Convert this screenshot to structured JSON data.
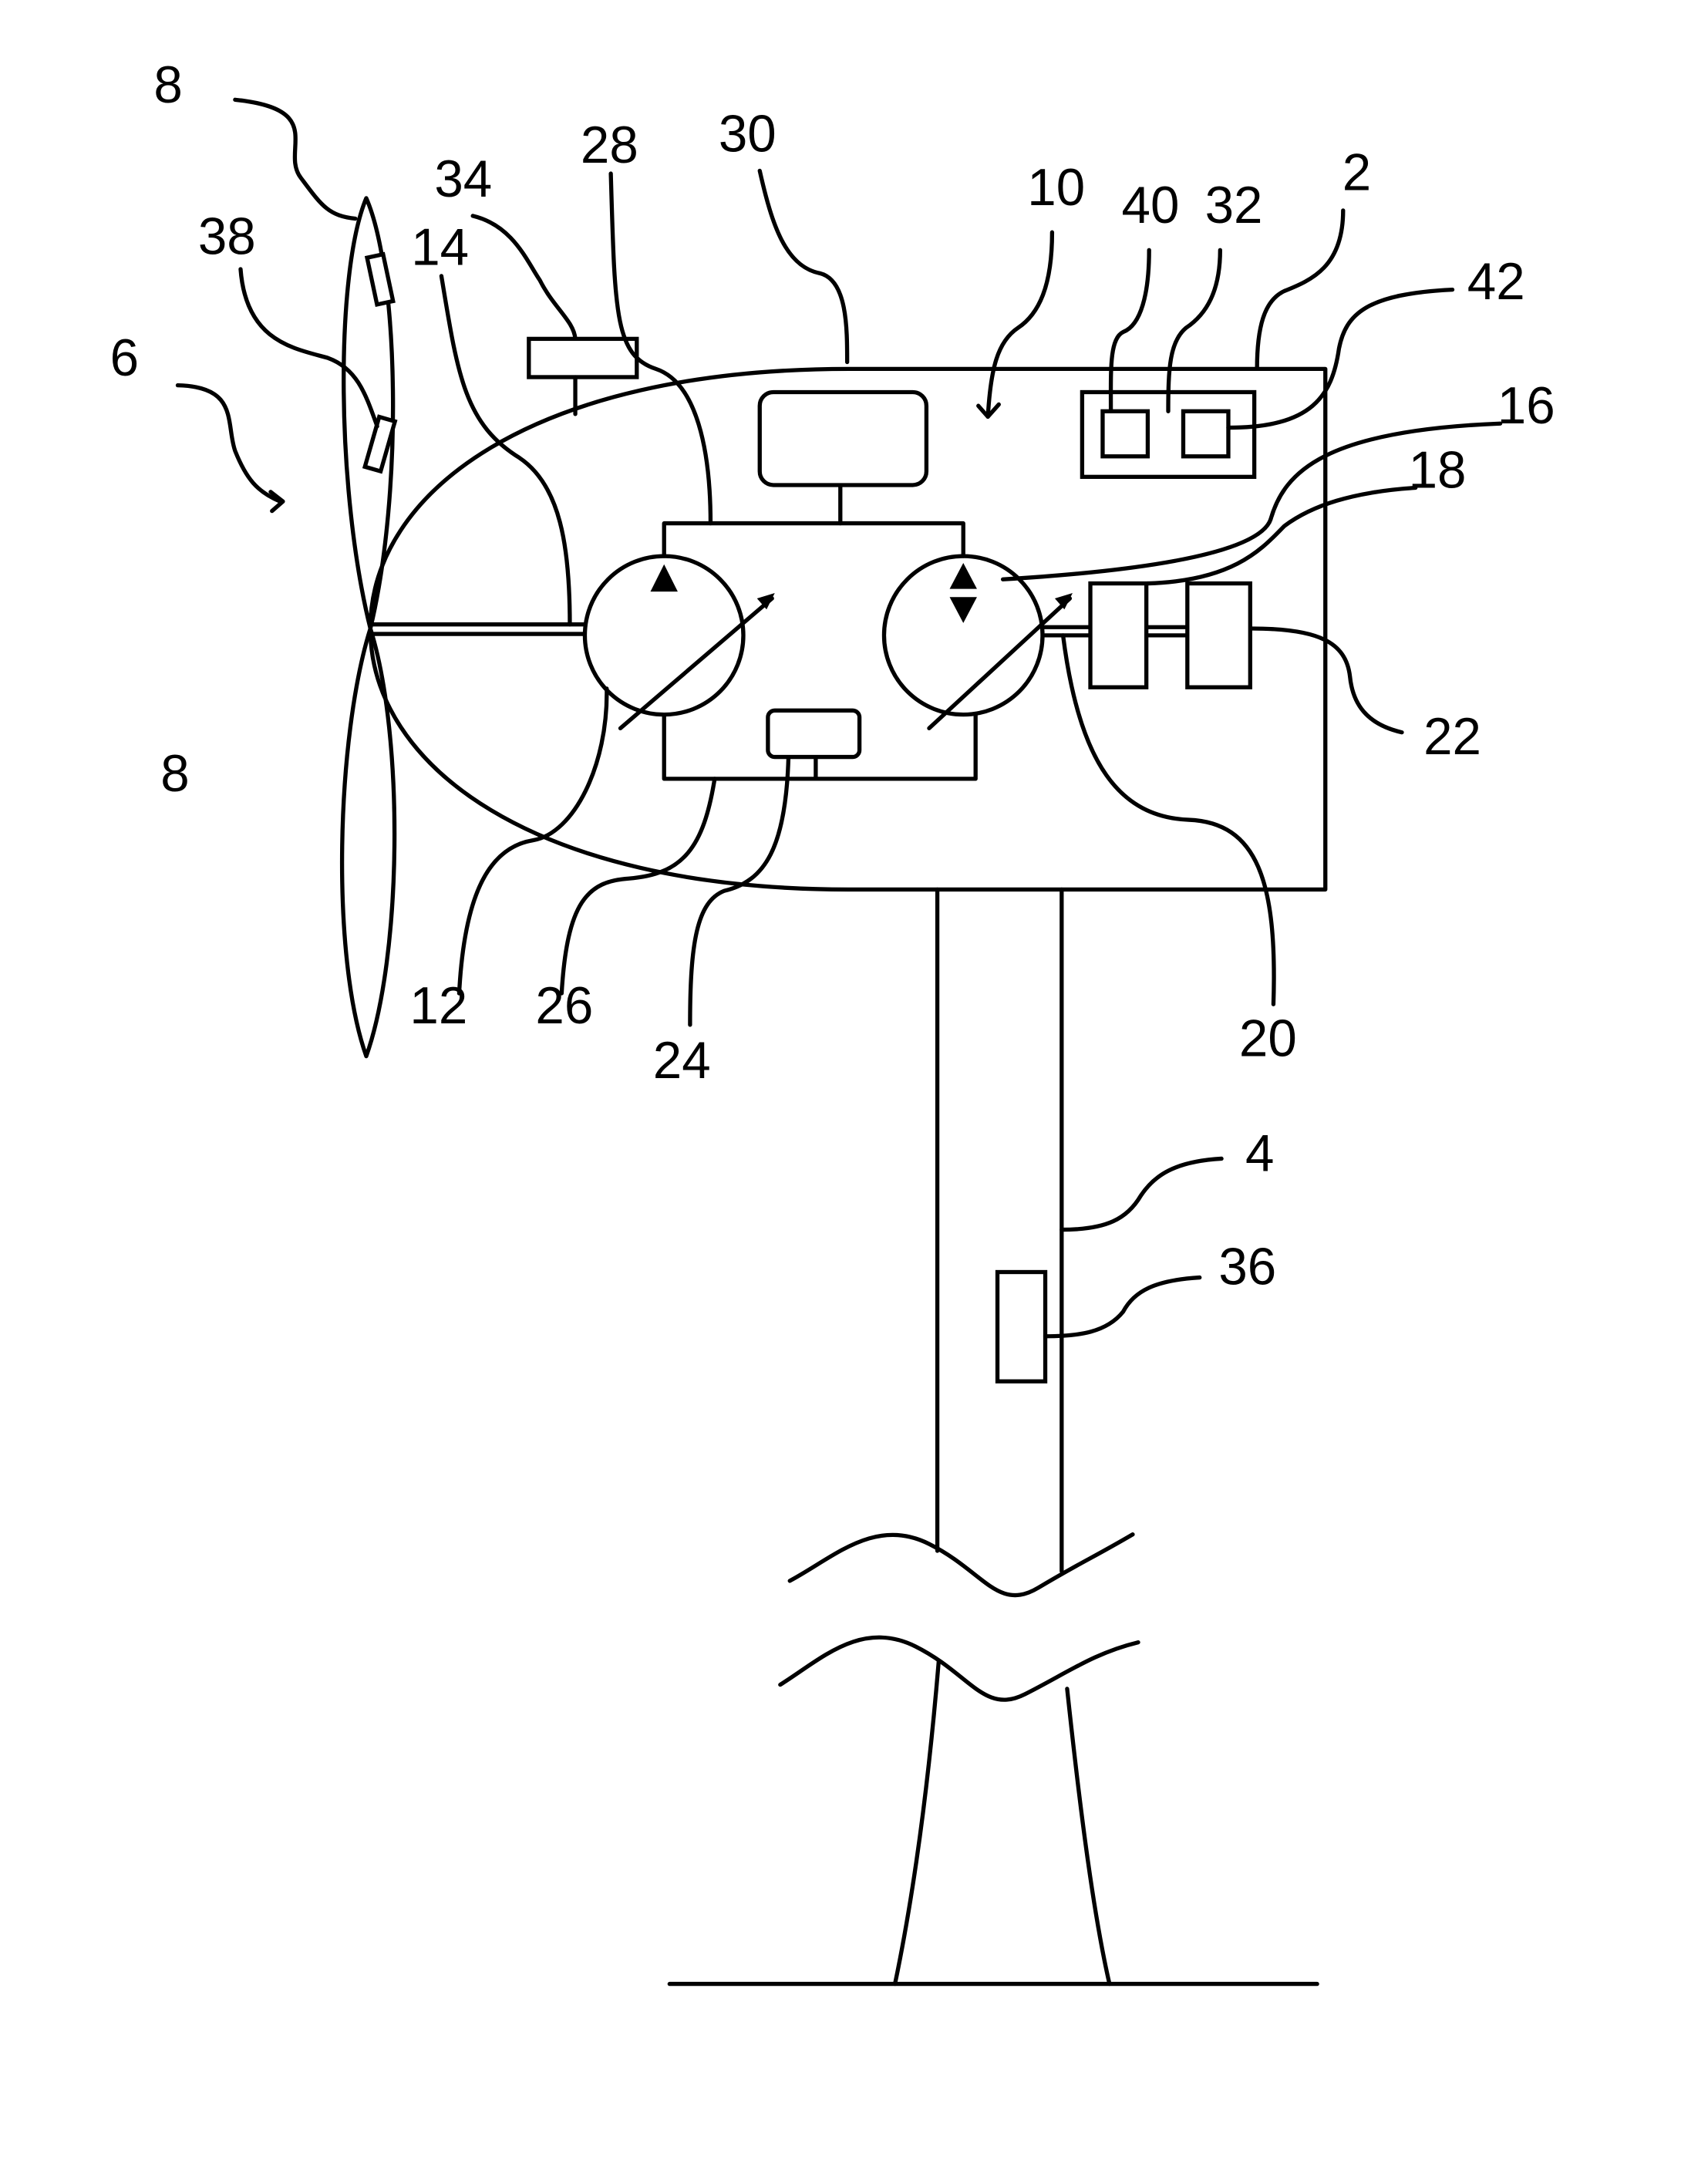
{
  "figure": {
    "labels": {
      "l8_top": "8",
      "l8_bottom": "8",
      "l6": "6",
      "l38": "38",
      "l34": "34",
      "l14": "14",
      "l28": "28",
      "l30": "30",
      "l10": "10",
      "l40": "40",
      "l32": "32",
      "l2": "2",
      "l42": "42",
      "l16": "16",
      "l18": "18",
      "l22": "22",
      "l12": "12",
      "l26": "26",
      "l24": "24",
      "l20": "20",
      "l4": "4",
      "l36": "36"
    }
  }
}
